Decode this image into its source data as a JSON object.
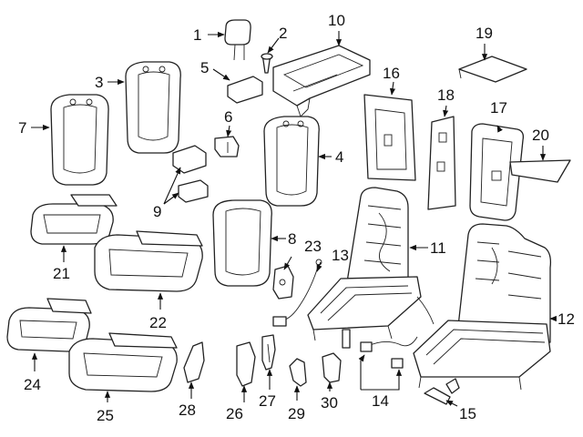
{
  "diagram": {
    "callouts": {
      "c1": "1",
      "c2": "2",
      "c3": "3",
      "c4": "4",
      "c5": "5",
      "c6": "6",
      "c7": "7",
      "c8": "8",
      "c9": "9",
      "c10": "10",
      "c11": "11",
      "c12": "12",
      "c13": "13",
      "c14": "14",
      "c15": "15",
      "c16": "16",
      "c17": "17",
      "c18": "18",
      "c19": "19",
      "c20": "20",
      "c21": "21",
      "c22": "22",
      "c23": "23",
      "c24": "24",
      "c25": "25",
      "c26": "26",
      "c27": "27",
      "c28": "28",
      "c29": "29",
      "c30": "30"
    }
  }
}
